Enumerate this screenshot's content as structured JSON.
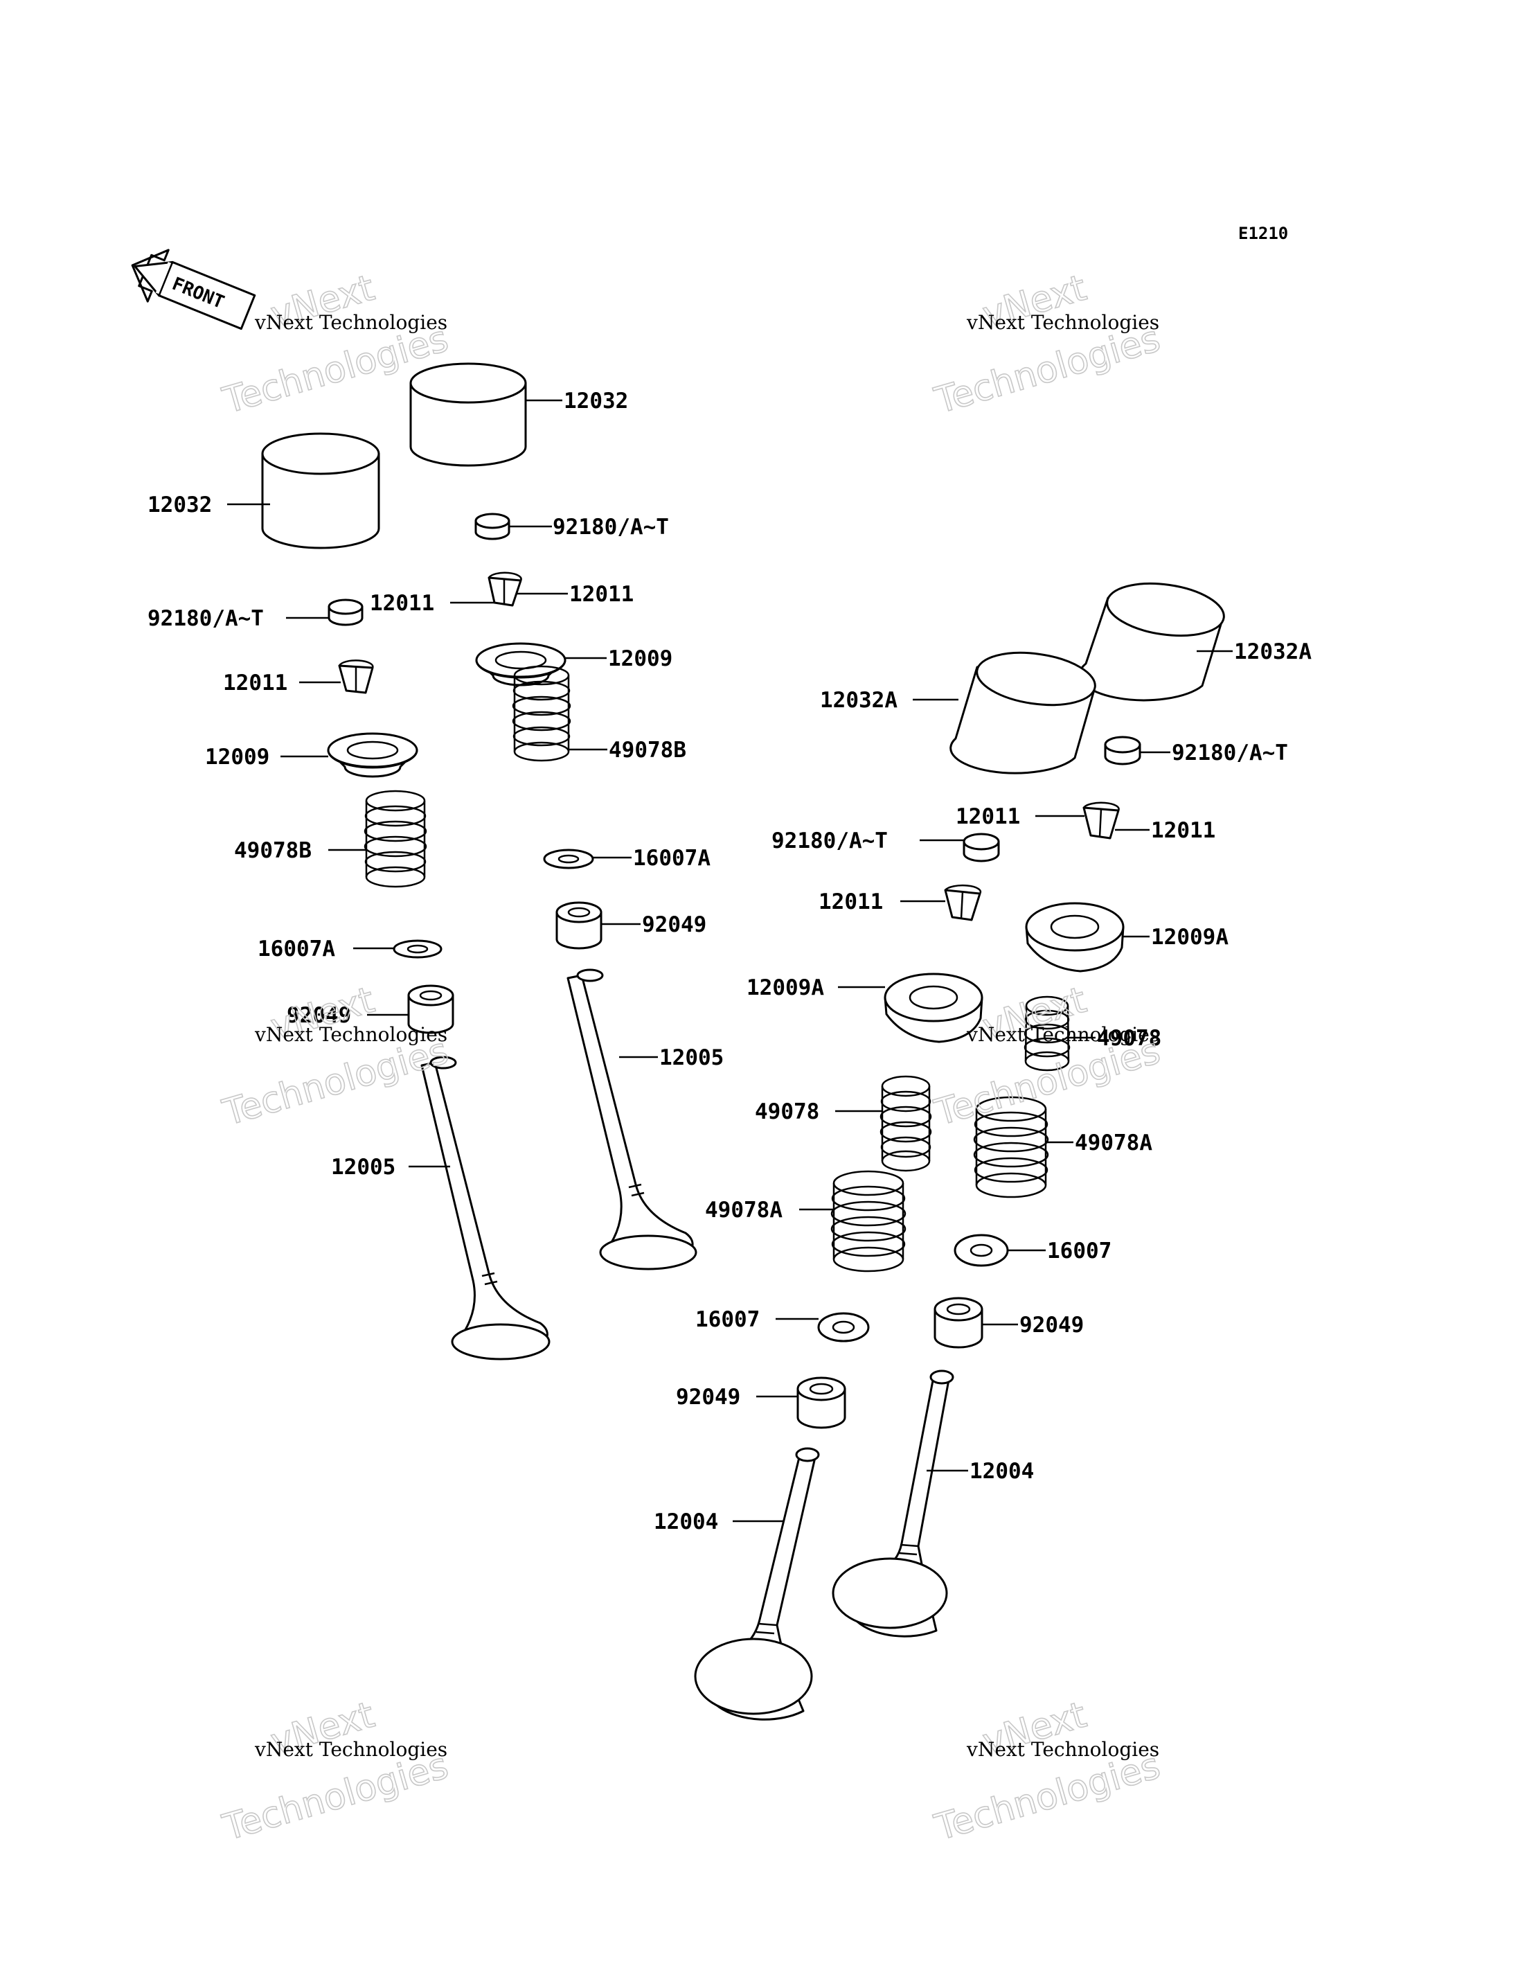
{
  "diagram_code": "E1210",
  "front_label": "FRONT",
  "watermark": {
    "line_brand": "vNext",
    "line_name": "vNext Technologies",
    "line_word": "Technologies"
  },
  "callouts": [
    {
      "label": "12032"
    },
    {
      "label": "12032"
    },
    {
      "label": "92180/A~T"
    },
    {
      "label": "92180/A~T"
    },
    {
      "label": "12011"
    },
    {
      "label": "12011"
    },
    {
      "label": "12011"
    },
    {
      "label": "12009"
    },
    {
      "label": "12009"
    },
    {
      "label": "49078B"
    },
    {
      "label": "49078B"
    },
    {
      "label": "16007A"
    },
    {
      "label": "16007A"
    },
    {
      "label": "92049"
    },
    {
      "label": "92049"
    },
    {
      "label": "12005"
    },
    {
      "label": "12005"
    },
    {
      "label": "12032A"
    },
    {
      "label": "12032A"
    },
    {
      "label": "92180/A~T"
    },
    {
      "label": "92180/A~T"
    },
    {
      "label": "12011"
    },
    {
      "label": "12011"
    },
    {
      "label": "12011"
    },
    {
      "label": "12009A"
    },
    {
      "label": "12009A"
    },
    {
      "label": "49078"
    },
    {
      "label": "49078"
    },
    {
      "label": "49078A"
    },
    {
      "label": "49078A"
    },
    {
      "label": "16007"
    },
    {
      "label": "16007"
    },
    {
      "label": "92049"
    },
    {
      "label": "92049"
    },
    {
      "label": "12004"
    },
    {
      "label": "12004"
    }
  ]
}
